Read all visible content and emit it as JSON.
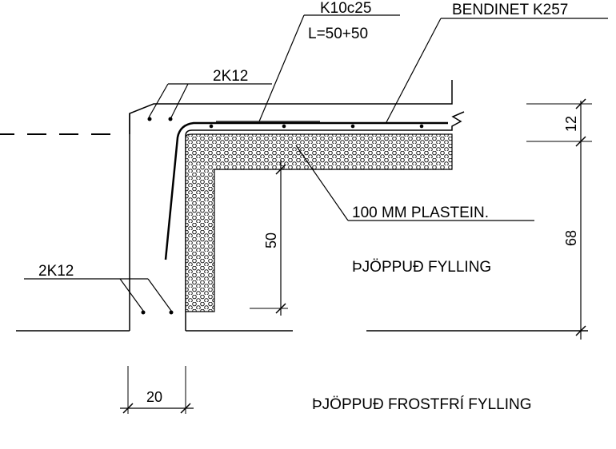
{
  "labels": {
    "rebar_top": "K10c25",
    "rebar_length": "L=50+50",
    "mesh": "BENDINET K257",
    "upper_bars": "2K12",
    "lower_bars": "2K12",
    "insulation": "100 MM PLASTEIN.",
    "compacted_fill": "ÞJÖPPUÐ FYLLING",
    "frostfree_fill": "ÞJÖPPUÐ FROSTFRÍ FYLLING"
  },
  "dimensions": {
    "slab_thickness": "12",
    "total_depth": "68",
    "insulation_depth": "50",
    "wall_width": "20"
  }
}
